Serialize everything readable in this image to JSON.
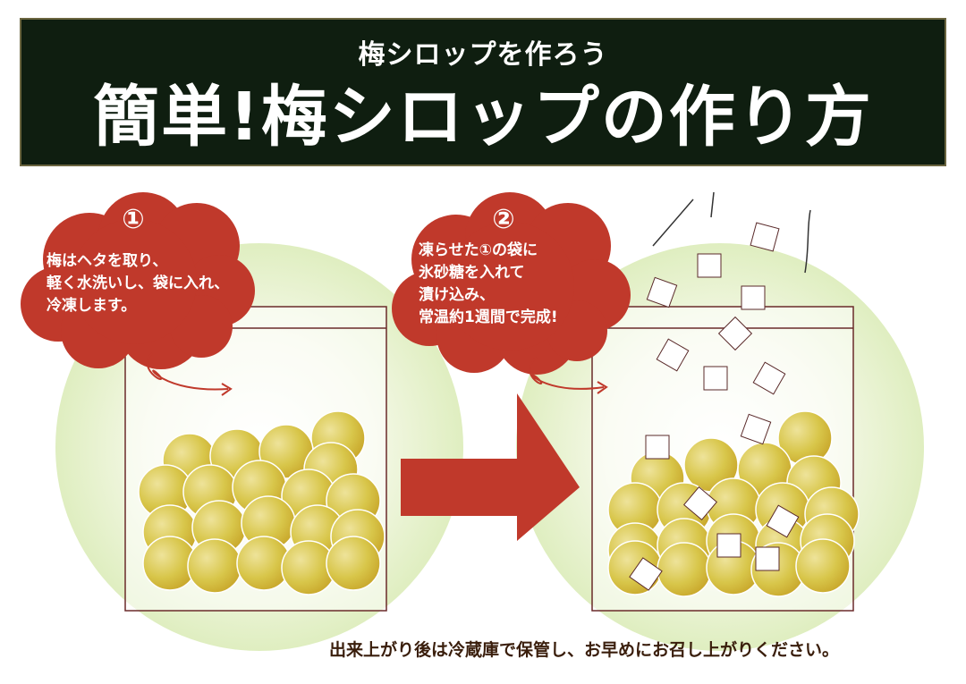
{
  "header": {
    "subtitle": "梅シロップを作ろう",
    "title": "簡単!梅シロップの作り方"
  },
  "step1": {
    "number": "①",
    "lines": [
      "梅はヘタを取り、",
      "軽く水洗いし、袋に入れ、",
      "冷凍します。"
    ]
  },
  "step2": {
    "number": "②",
    "lines": [
      "凍らせた①の袋に",
      "氷砂糖を入れて",
      "漬け込み、",
      "常温約1週間で完成!"
    ]
  },
  "footer": {
    "note": "出来上がり後は冷蔵庫で保管し、お早めにお召し上がりください。"
  },
  "colors": {
    "header_bg": "#0f1e10",
    "bubble": "#c0392b",
    "arrow": "#c0392b",
    "plum": "#d8c64a",
    "glow": "#e6f0c8",
    "footer_text": "#3a1e0c"
  },
  "icons": [
    "bag-icon",
    "plum-icon",
    "ice-sugar-icon",
    "arrow-icon",
    "speech-bubble-icon"
  ]
}
